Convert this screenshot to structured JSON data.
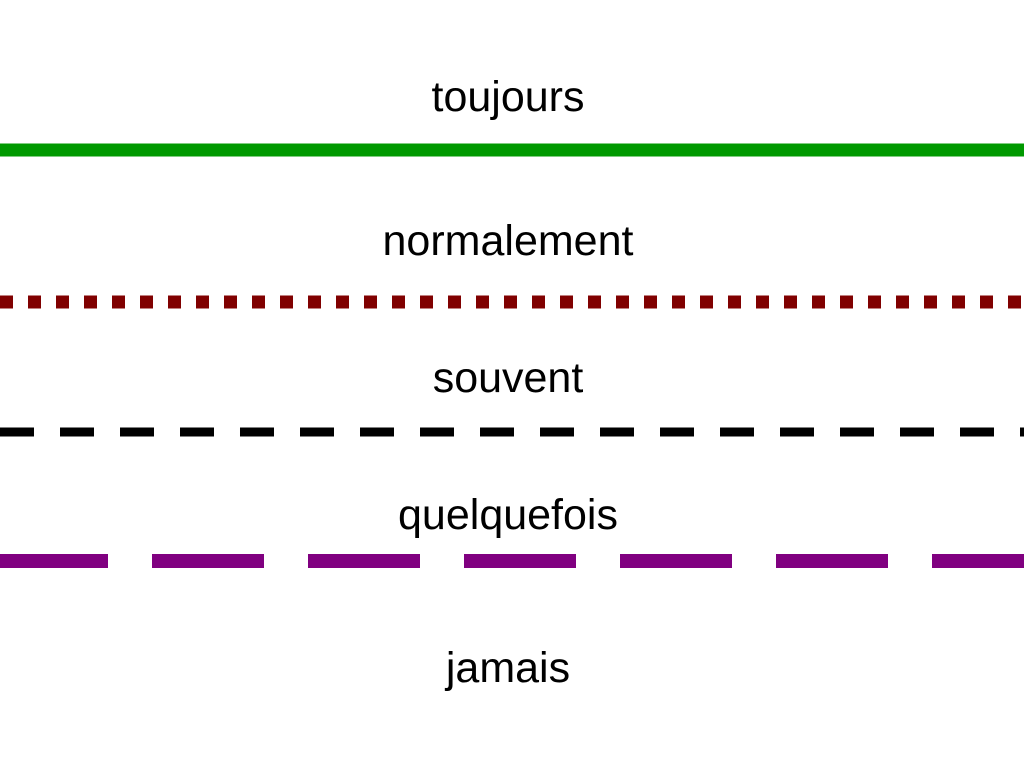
{
  "frequency_scale": [
    {
      "key": "toujours",
      "label": "toujours",
      "color": "#009900",
      "line_style": "solid"
    },
    {
      "key": "normalement",
      "label": "normalement",
      "color": "#800000",
      "line_style": "dotted"
    },
    {
      "key": "souvent",
      "label": "souvent",
      "color": "#000000",
      "line_style": "dashed"
    },
    {
      "key": "quelquefois",
      "label": "quelquefois",
      "color": "#800080",
      "line_style": "long-dashed"
    },
    {
      "key": "jamais",
      "label": "jamais",
      "color": "",
      "line_style": "none"
    }
  ]
}
